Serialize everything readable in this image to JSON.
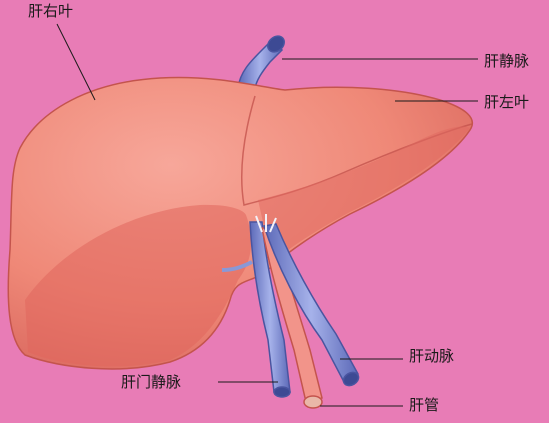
{
  "labels": {
    "right_lobe": "肝右叶",
    "hepatic_vein": "肝静脉",
    "left_lobe": "肝左叶",
    "hepatic_artery": "肝动脉",
    "portal_vein": "肝门静脉",
    "bile_duct": "肝管"
  },
  "colors": {
    "background": "#e87cb6",
    "liver": "#f08a78",
    "liver_dark": "#d95f55",
    "vein": "#8a98d6",
    "artery": "#f07a70"
  }
}
